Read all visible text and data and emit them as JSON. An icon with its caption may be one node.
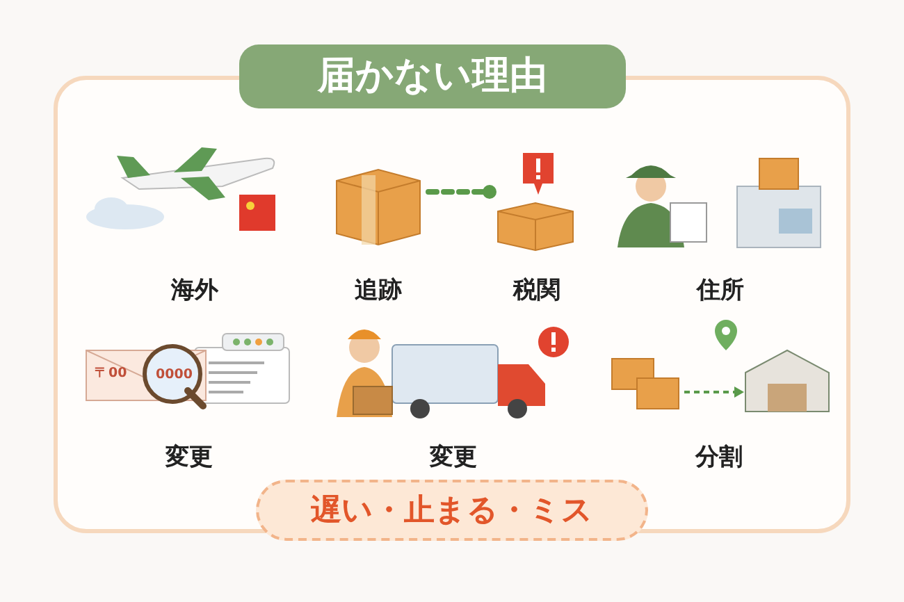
{
  "diagram": {
    "title": "届かない理由",
    "nodes": [
      {
        "text": [
          "海外"
        ]
      },
      {
        "text": [
          "追跡"
        ]
      },
      {
        "text": [
          "税関"
        ]
      },
      {
        "text": [
          "住所"
        ]
      },
      {
        "text": [
          "変更"
        ]
      },
      {
        "text": [
          "変更"
        ]
      },
      {
        "text": [
          "分割"
        ]
      },
      {
        "text": [
          "遅い・止まる・ミス"
        ]
      }
    ],
    "edges": [
      {
        "from": 1,
        "to": 2,
        "arrow": "other",
        "style": "dashed",
        "color": "#5a9a4a"
      }
    ],
    "labels": [
      "〒00",
      "0000"
    ]
  }
}
